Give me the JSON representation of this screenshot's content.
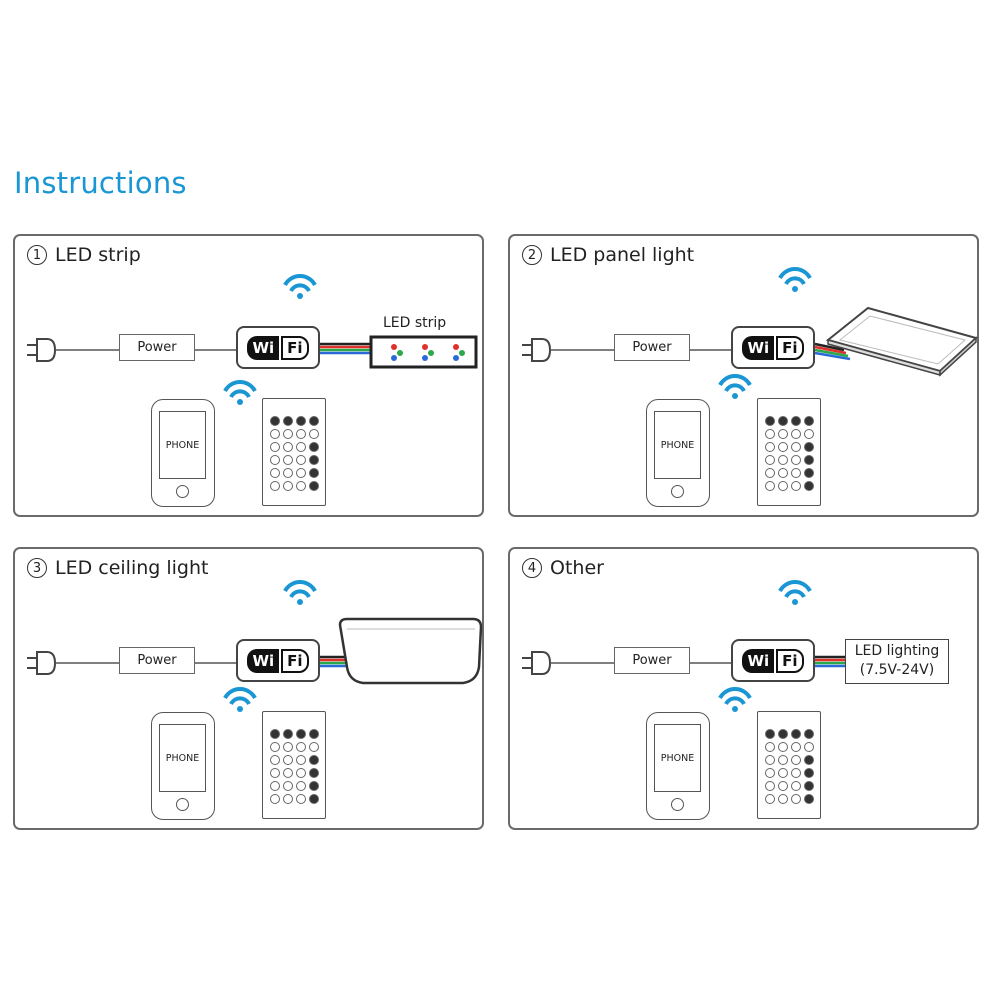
{
  "title": "Instructions",
  "panels": [
    {
      "number": "1",
      "label": "LED strip",
      "power_label": "Power",
      "wifi_logo": [
        "Wi",
        "Fi"
      ],
      "phone_label": "PHONE",
      "device_label": "LED strip"
    },
    {
      "number": "2",
      "label": "LED panel light",
      "power_label": "Power",
      "wifi_logo": [
        "Wi",
        "Fi"
      ],
      "phone_label": "PHONE"
    },
    {
      "number": "3",
      "label": "LED ceiling light",
      "power_label": "Power",
      "wifi_logo": [
        "Wi",
        "Fi"
      ],
      "phone_label": "PHONE"
    },
    {
      "number": "4",
      "label": "Other",
      "power_label": "Power",
      "wifi_logo": [
        "Wi",
        "Fi"
      ],
      "phone_label": "PHONE",
      "device_label_lines": [
        "LED lighting",
        "(7.5V-24V)"
      ]
    }
  ],
  "colors": {
    "title": "#1a96d4",
    "wifi_signal": "#1a96d4",
    "wire_red": "#e0302a",
    "wire_green": "#2aa84a",
    "wire_blue": "#2a6ad8",
    "wire_black": "#222222"
  },
  "icons": [
    "plug-icon",
    "wifi-signal-icon",
    "wifi-controller-icon",
    "phone-icon",
    "remote-control-icon"
  ]
}
